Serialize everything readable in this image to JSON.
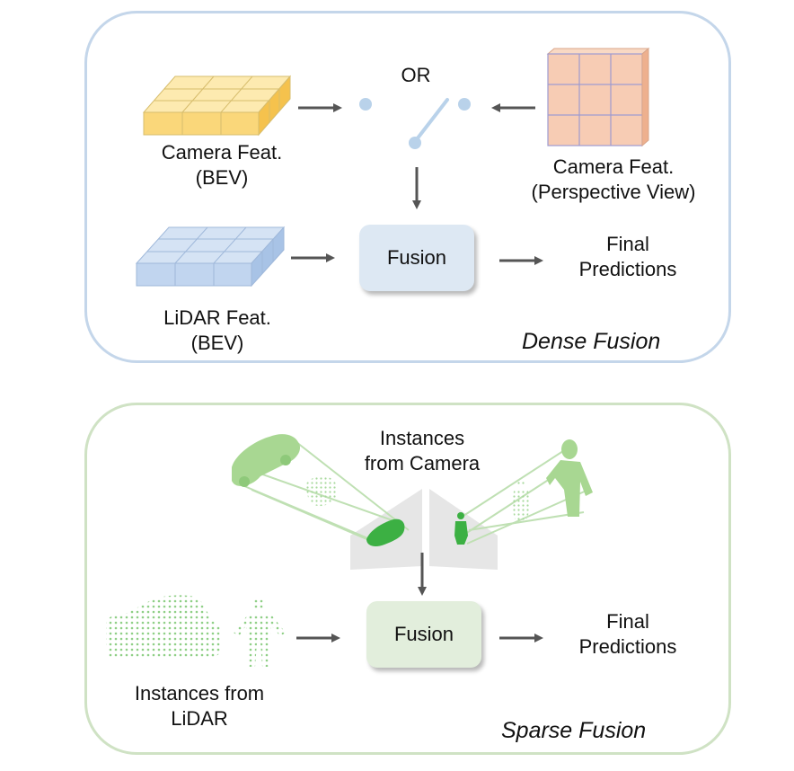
{
  "dense": {
    "camera_bev_label_1": "Camera Feat.",
    "camera_bev_label_2": "(BEV)",
    "or_label": "OR",
    "camera_pv_label_1": "Camera Feat.",
    "camera_pv_label_2": "(Perspective View)",
    "fusion_label": "Fusion",
    "final_label_1": "Final",
    "final_label_2": "Predictions",
    "lidar_label_1": "LiDAR Feat.",
    "lidar_label_2": "(BEV)",
    "panel_title": "Dense Fusion"
  },
  "sparse": {
    "camera_instances_label_1": "Instances",
    "camera_instances_label_2": "from Camera",
    "fusion_label": "Fusion",
    "final_label_1": "Final",
    "final_label_2": "Predictions",
    "lidar_instances_label_1": "Instances from",
    "lidar_instances_label_2": "LiDAR",
    "panel_title": "Sparse Fusion"
  },
  "colors": {
    "dense_border": "#c4d6ea",
    "sparse_border": "#cfe2c4",
    "camera_bev_feat": "#fbe3a0",
    "camera_pv_feat": "#f7ccb4",
    "lidar_feat": "#bed3ee",
    "dense_fusion_fill": "#dde8f3",
    "sparse_fusion_fill": "#e2eedc",
    "instance_green": "#3cb043",
    "arrow": "#555555"
  }
}
